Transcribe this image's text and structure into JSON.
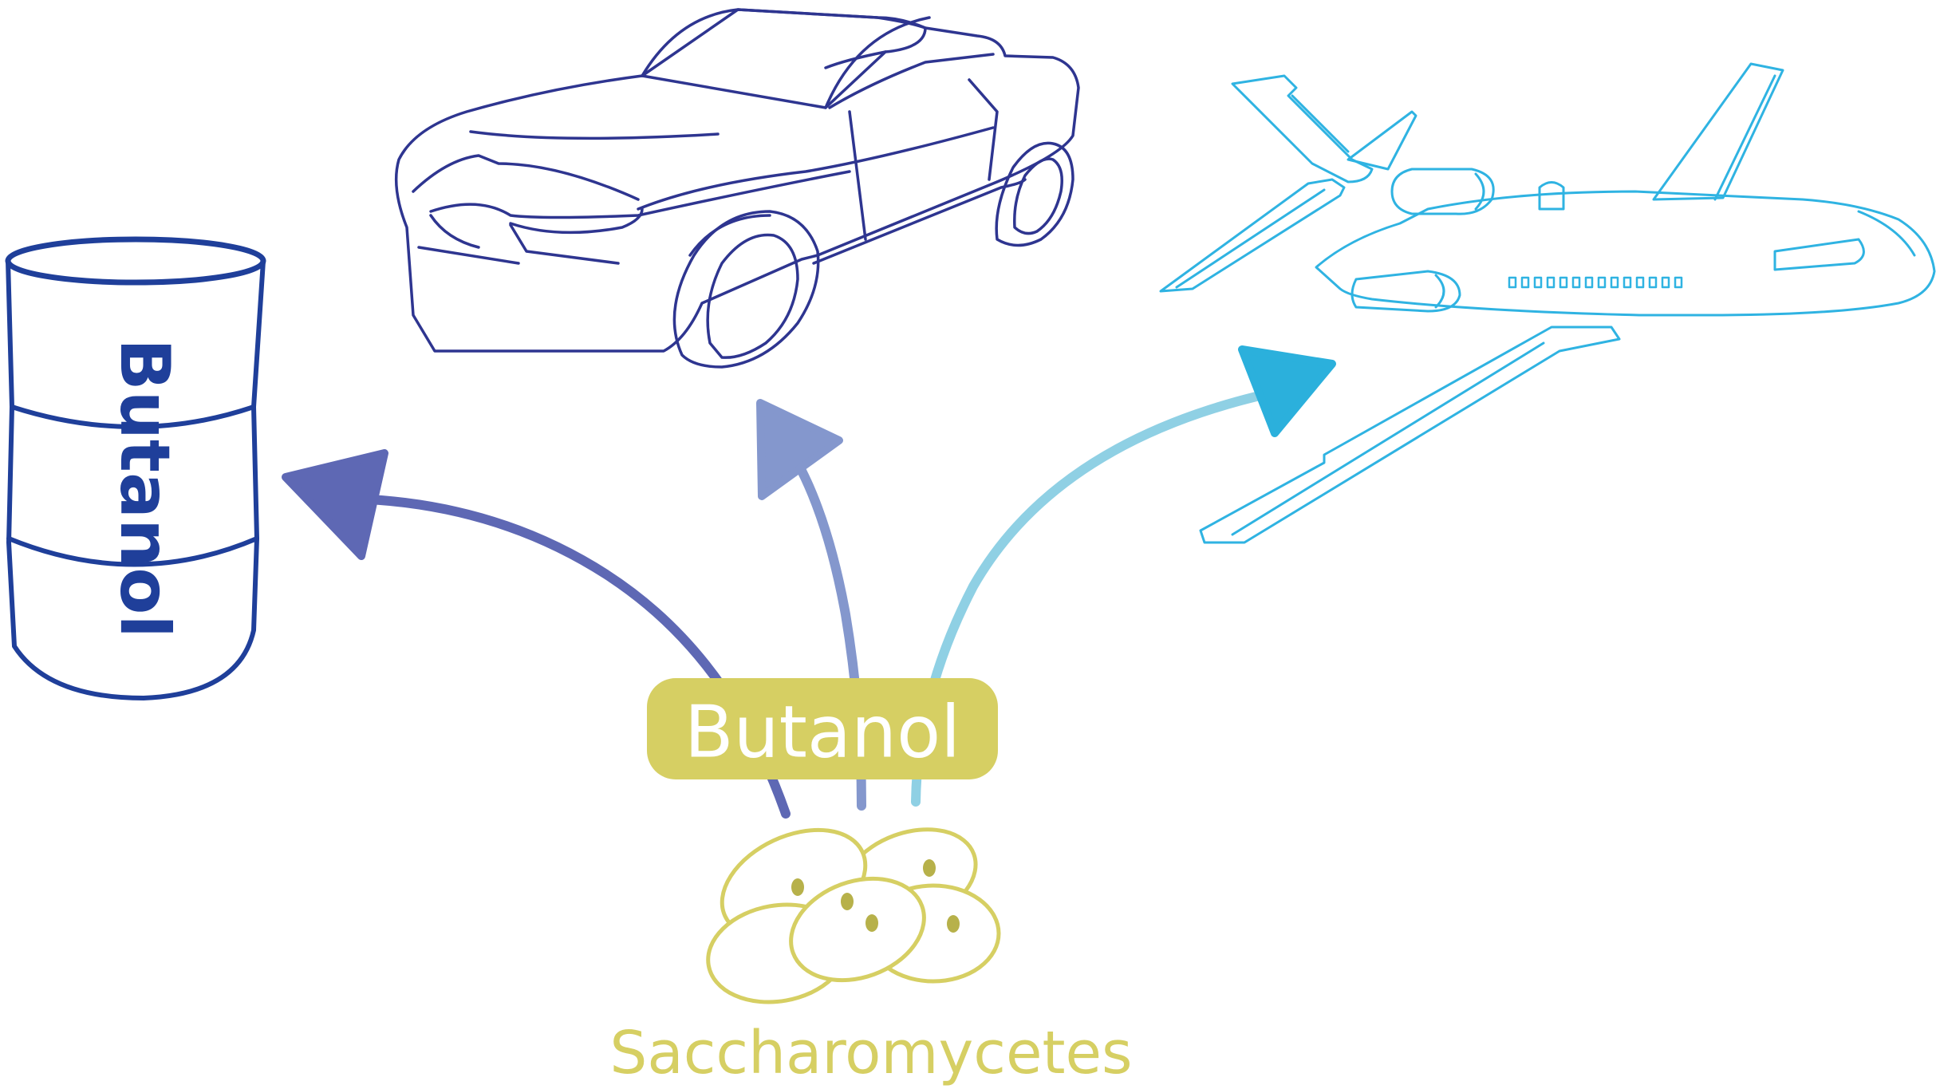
{
  "barrel": {
    "label": "Butanol"
  },
  "product_badge": {
    "label": "Butanol"
  },
  "organism": {
    "label": "Saccharomycetes"
  },
  "colors": {
    "barrel_stroke": "#1f3f9a",
    "car_stroke": "#2e3590",
    "plane_stroke": "#2fb3e2",
    "arrow_barrel": "#5e68b4",
    "arrow_car": "#8497cd",
    "arrow_plane": "#8fd0e4",
    "arrowhead_plane": "#2bb0dc",
    "yeast": "#d6cf63",
    "badge_text": "#ffffff"
  },
  "icons": {
    "barrel": "fuel-barrel-icon",
    "car": "car-icon",
    "plane": "jet-plane-icon",
    "yeast": "yeast-cells-icon"
  }
}
